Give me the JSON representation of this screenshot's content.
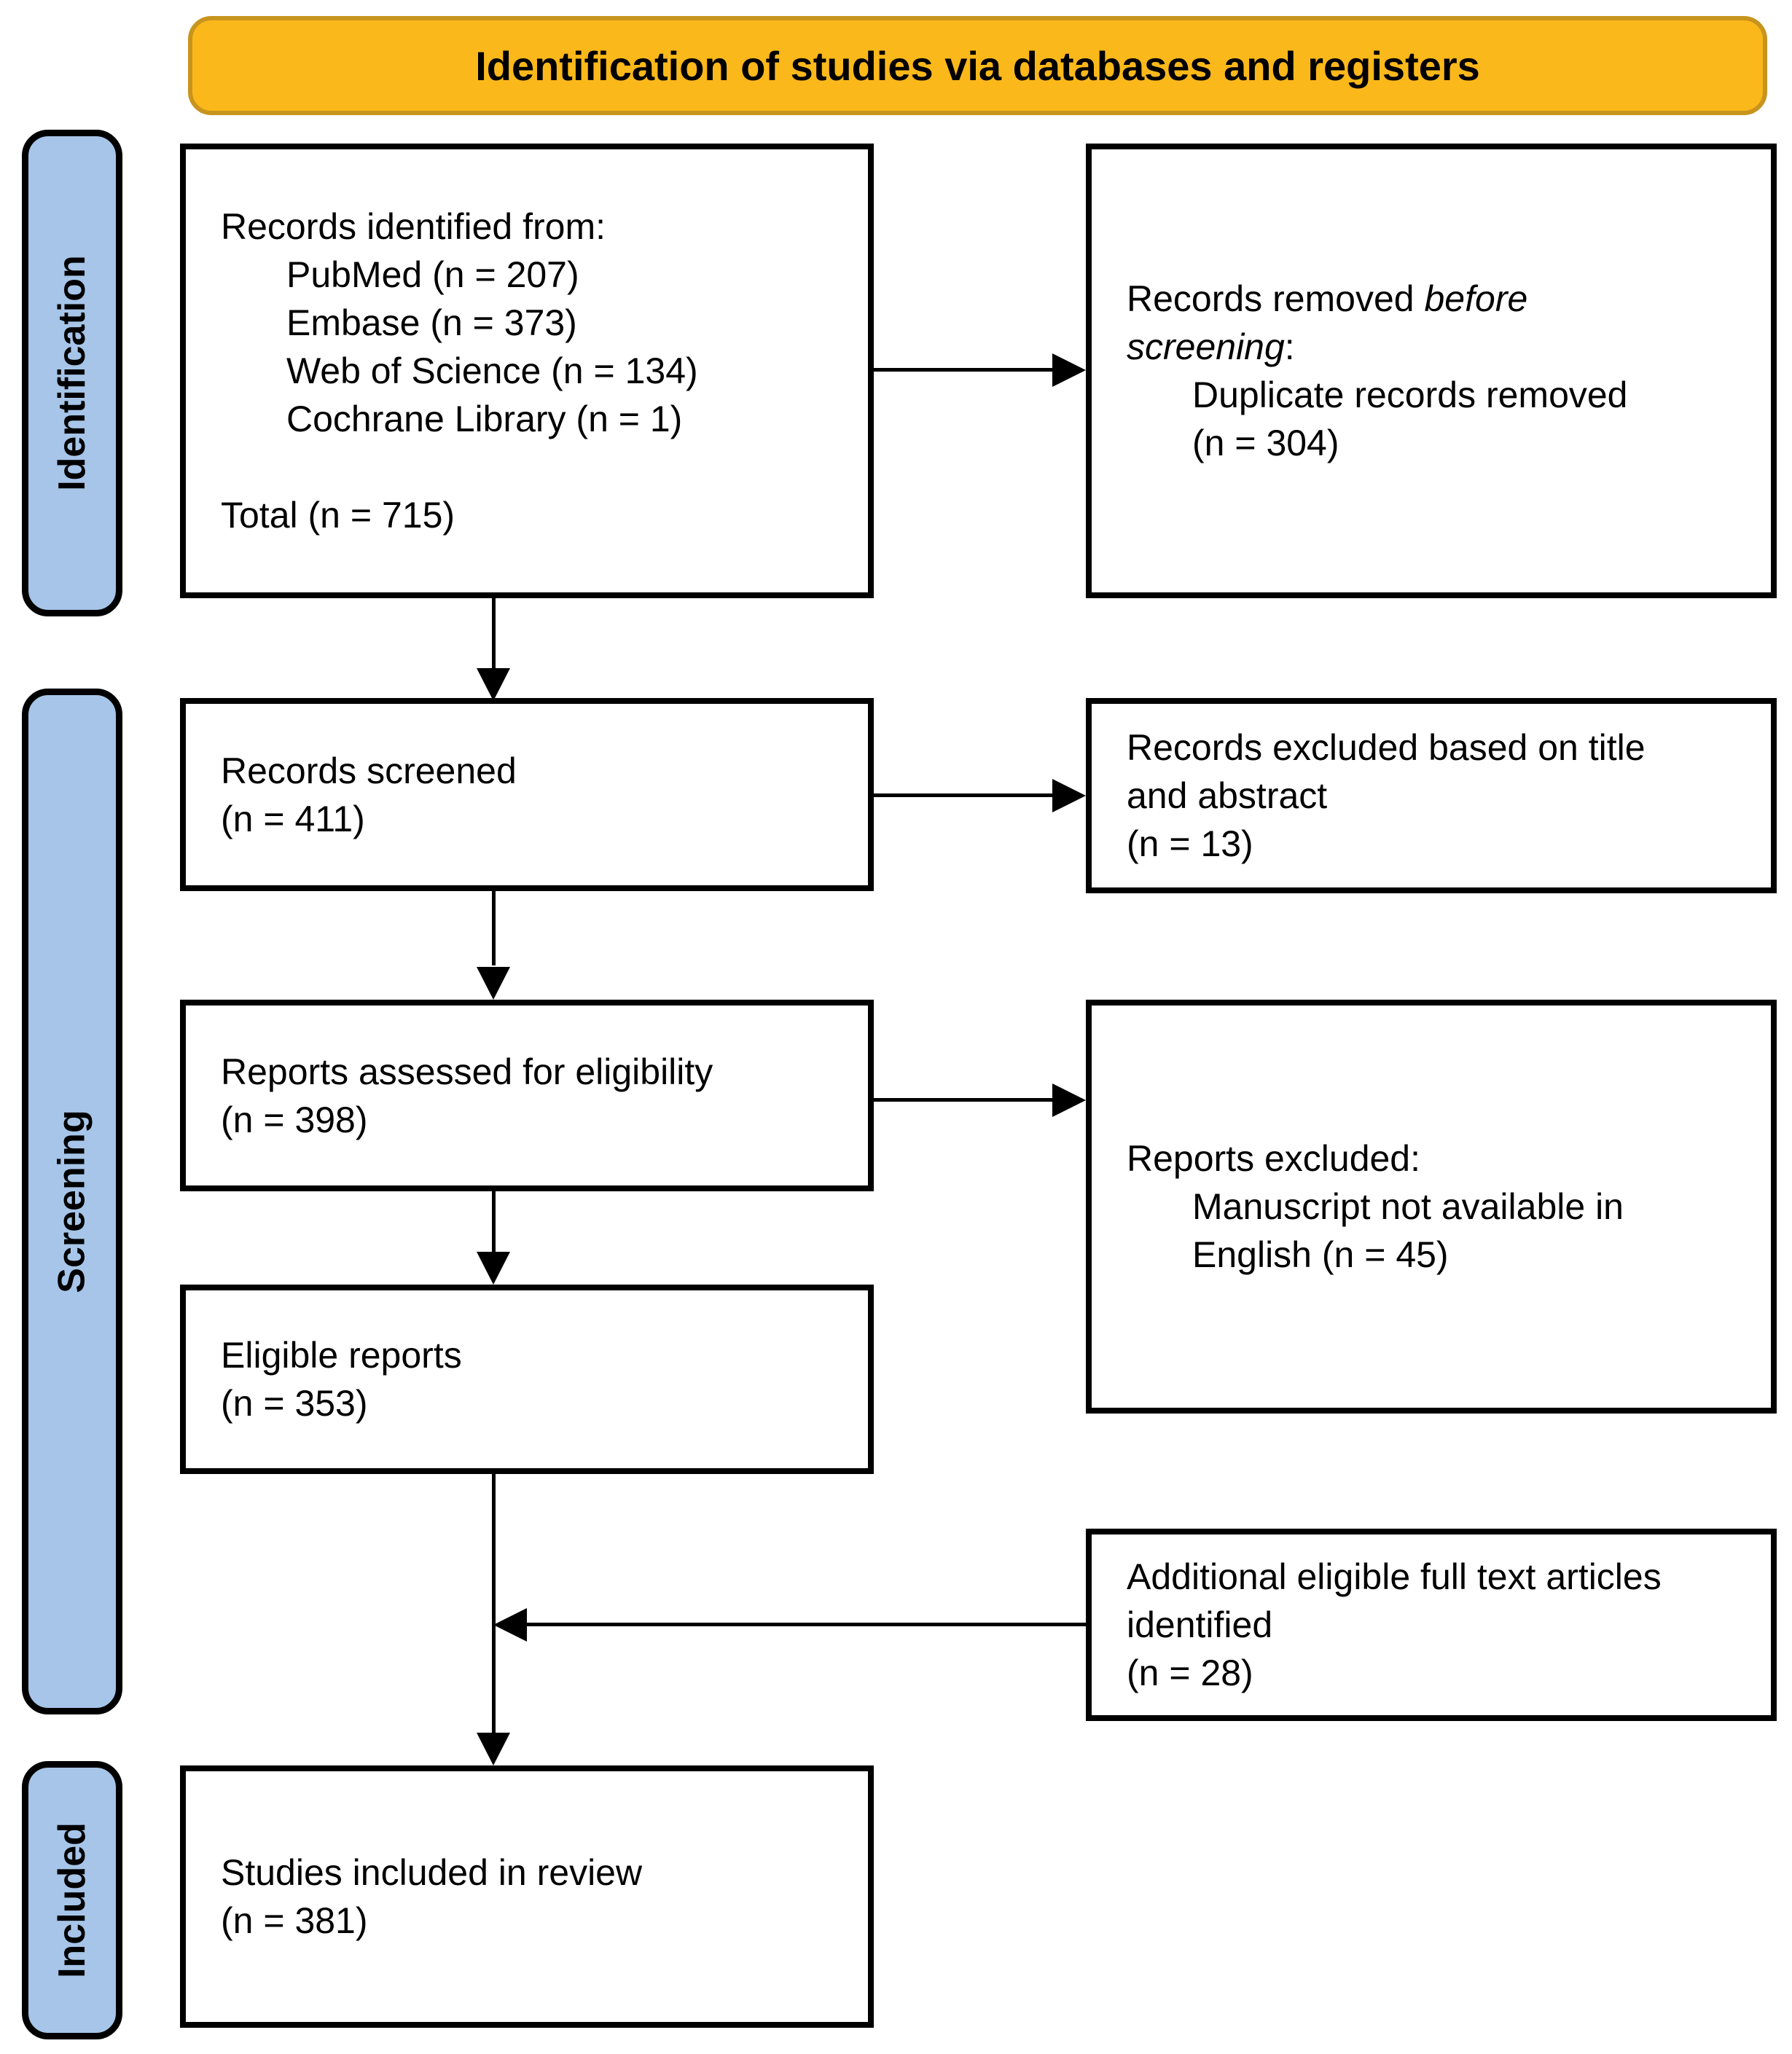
{
  "banner": {
    "title": "Identification of studies via databases and registers"
  },
  "sidebar": {
    "identification": "Identification",
    "screening": "Screening",
    "included": "Included"
  },
  "boxes": {
    "records_identified": {
      "heading": "Records identified from:",
      "items": [
        "PubMed (n = 207)",
        "Embase (n = 373)",
        "Web of Science (n = 134)",
        "Cochrane Library (n = 1)"
      ],
      "total": "Total (n = 715)"
    },
    "records_removed": {
      "line1_text": "Records removed ",
      "line1_italic": "before",
      "line2_italic": "screening",
      "line2_text": ":",
      "item": "Duplicate records removed",
      "count": "(n = 304)"
    },
    "records_screened": {
      "line1": "Records screened",
      "line2": "(n = 411)"
    },
    "records_excluded": {
      "line1": "Records excluded based on title",
      "line2": "and abstract",
      "line3": "(n = 13)"
    },
    "reports_assessed": {
      "line1": "Reports assessed for eligibility",
      "line2": "(n = 398)"
    },
    "reports_excluded": {
      "heading": "Reports excluded:",
      "item_line1": "Manuscript not available in",
      "item_line2": "English (n = 45)"
    },
    "eligible_reports": {
      "line1": "Eligible reports",
      "line2": "(n = 353)"
    },
    "additional_articles": {
      "line1": "Additional eligible full text articles",
      "line2": "identified",
      "line3": "(n = 28)"
    },
    "studies_included": {
      "line1": "Studies included in review",
      "line2": "(n = 381)"
    }
  },
  "colors": {
    "banner_fill": "#FBB81A",
    "banner_border": "#C8941D",
    "stage_fill": "#A6C5E8",
    "line_color": "#000000",
    "text_color": "#000000",
    "bg": "#FFFFFF"
  }
}
